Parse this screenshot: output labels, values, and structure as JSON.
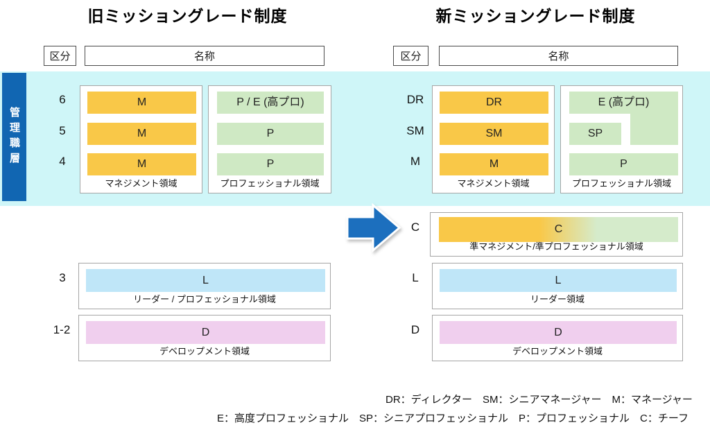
{
  "titles": {
    "old": "旧ミッショングレード制度",
    "new": "新ミッショングレード制度"
  },
  "headers": {
    "category": "区分",
    "name": "名称"
  },
  "management_layer_label": "管理職層",
  "old_system": {
    "grades": {
      "g6": "6",
      "g5": "5",
      "g4": "4",
      "g3": "3",
      "g12": "1-2"
    },
    "management": {
      "rows": [
        "M",
        "M",
        "M"
      ],
      "area_label": "マネジメント領域"
    },
    "professional": {
      "rows": [
        "P / E (高プロ)",
        "P",
        "P"
      ],
      "area_label": "プロフェッショナル領域"
    },
    "leader": {
      "box": "L",
      "area_label": "リーダー / プロフェッショナル領域"
    },
    "development": {
      "box": "D",
      "area_label": "デベロップメント領域"
    }
  },
  "new_system": {
    "grades": {
      "dr": "DR",
      "sm": "SM",
      "m": "M",
      "c": "C",
      "l": "L",
      "d": "D"
    },
    "management": {
      "rows": [
        "DR",
        "SM",
        "M"
      ],
      "area_label": "マネジメント領域"
    },
    "professional": {
      "e_box": "E (高プロ)",
      "sp_box": "SP",
      "p_box": "P",
      "area_label": "プロフェッショナル領域"
    },
    "chief": {
      "box": "C",
      "area_label": "準マネジメント/準プロフェッショナル領域"
    },
    "leader": {
      "box": "L",
      "area_label": "リーダー領域"
    },
    "development": {
      "box": "D",
      "area_label": "デベロップメント領域"
    }
  },
  "legend": {
    "line1": "DR：ディレクター　SM：シニアマネージャー　M：マネージャー",
    "line2": "E：高度プロフェッショナル　SP：シニアプロフェッショナル　P：プロフェッショナル　C：チーフ"
  },
  "colors": {
    "management_box": "#F9C848",
    "professional_box": "#CFE9C4",
    "leader_box": "#BFE6F8",
    "development_box": "#F0CFEE",
    "band": "#CFF6F8",
    "sidebar": "#1166B2",
    "arrow": "#1C6FBE"
  }
}
